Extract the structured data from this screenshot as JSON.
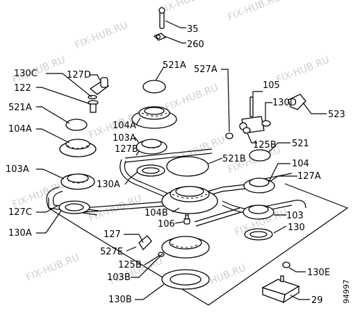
{
  "diagram": {
    "watermark": "FIX-HUB.RU",
    "drawing_code": "94997",
    "labels": {
      "l35": "35",
      "l260": "260",
      "l521A_top": "521A",
      "l527A": "527A",
      "l105": "105",
      "l130C": "130C",
      "l127D": "127D",
      "l122": "122",
      "l130D": "130D",
      "l523": "523",
      "l521A_left": "521A",
      "l104A_mid": "104A",
      "l104A_left": "104A",
      "l103A_mid": "103A",
      "l127B": "127B",
      "l125B_top": "125B",
      "l521": "521",
      "l521B": "521B",
      "l104": "104",
      "l127A": "127A",
      "l103A_left": "103A",
      "l130A_mid": "130A",
      "l127C": "127C",
      "l104B": "104B",
      "l103": "103",
      "l130A_left": "130A",
      "l106": "106",
      "l130": "130",
      "l127": "127",
      "l527E": "527E",
      "l125B_bot": "125B",
      "l103B": "103B",
      "l130E": "130E",
      "l130B": "130B",
      "l29": "29"
    }
  }
}
